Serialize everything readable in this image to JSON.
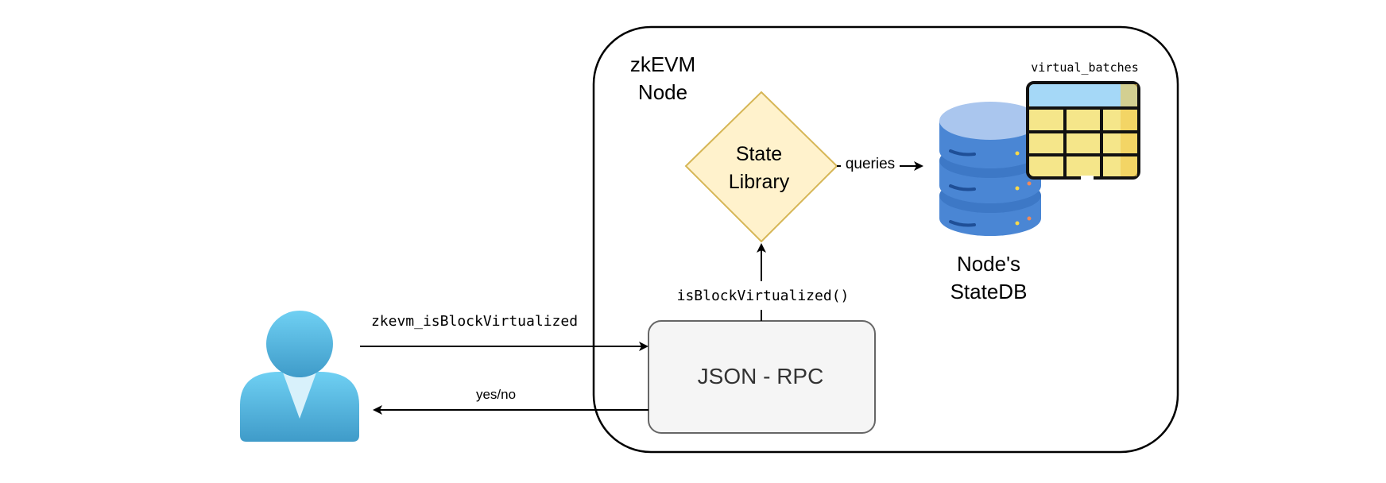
{
  "node_box": {
    "title_line1": "zkEVM",
    "title_line2": "Node"
  },
  "state_library": {
    "line1": "State",
    "line2": "Library"
  },
  "json_rpc": {
    "label": "JSON - RPC"
  },
  "statedb": {
    "line1": "Node's",
    "line2": "StateDB"
  },
  "table": {
    "label": "virtual_batches"
  },
  "edges": {
    "request": "zkevm_isBlockVirtualized",
    "response": "yes/no",
    "call": "isBlockVirtualized()",
    "queries": "queries"
  },
  "colors": {
    "diamond_fill": "#fff2cc",
    "diamond_stroke": "#d6b656",
    "rpc_fill": "#f5f5f5",
    "rpc_stroke": "#666666",
    "db_blue": "#4a86d4",
    "db_top": "#aac6ee",
    "table_header": "#a5d8f7",
    "table_cell": "#f5e68a",
    "user_blue": "#5cc3ea"
  }
}
